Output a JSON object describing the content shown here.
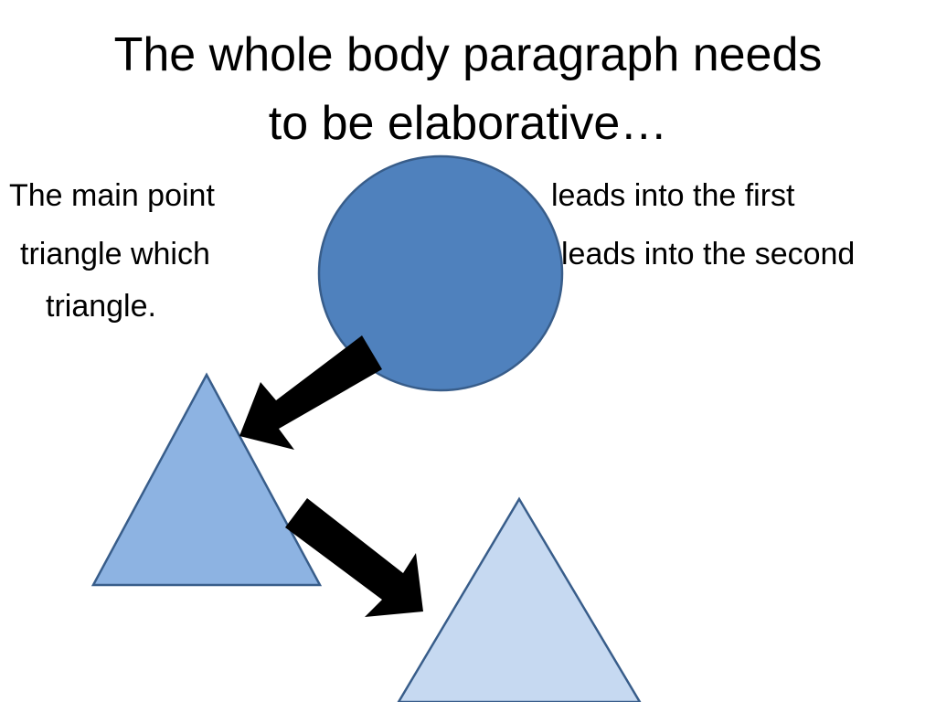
{
  "title": {
    "line1": "The whole body paragraph needs",
    "line2": "to be elaborative…"
  },
  "body": {
    "line1_left": "The main point",
    "line1_right": "leads into the first",
    "line2_left": "triangle which",
    "line2_right": "leads into the second",
    "line3": "triangle."
  },
  "colors": {
    "circle_fill": "#4f81bd",
    "outline": "#385d8a",
    "triangle_1_fill": "#8db3e2",
    "triangle_2_fill": "#c6d9f1",
    "arrow_fill": "#000000"
  }
}
